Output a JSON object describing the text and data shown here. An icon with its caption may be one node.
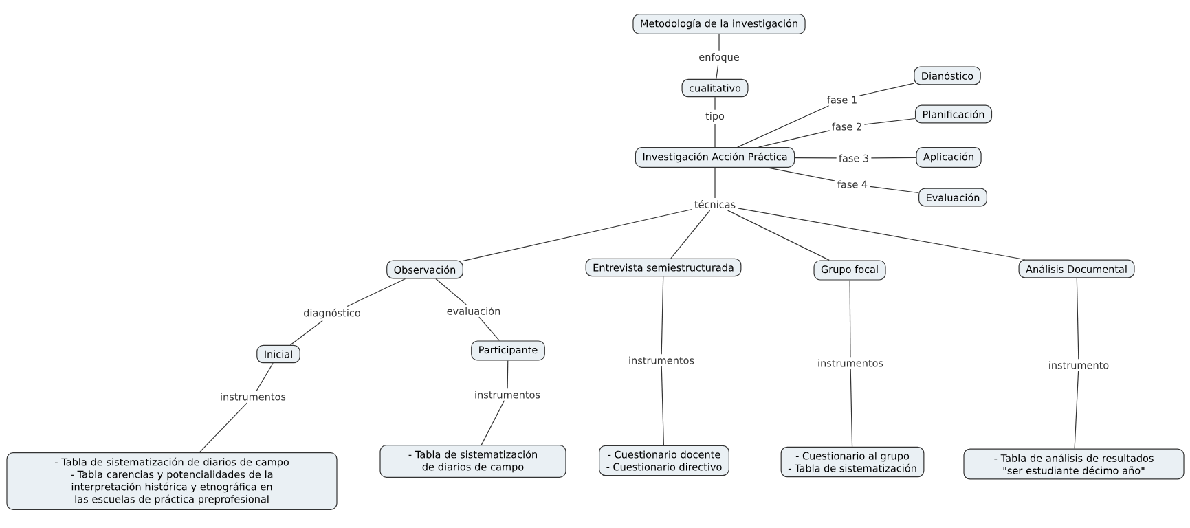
{
  "diagram": {
    "nodes": [
      {
        "text": [
          "Metodología de la investigación"
        ]
      },
      {
        "text": [
          "enfoque"
        ]
      },
      {
        "text": [
          "cualitativo"
        ]
      },
      {
        "text": [
          "tipo"
        ]
      },
      {
        "text": [
          "Investigación Acción Práctica"
        ]
      },
      {
        "text": [
          "fase 1"
        ]
      },
      {
        "text": [
          "Dianóstico"
        ]
      },
      {
        "text": [
          "fase 2"
        ]
      },
      {
        "text": [
          "Planificación"
        ]
      },
      {
        "text": [
          "fase 3"
        ]
      },
      {
        "text": [
          "Aplicación"
        ]
      },
      {
        "text": [
          "fase 4"
        ]
      },
      {
        "text": [
          "Evaluación"
        ]
      },
      {
        "text": [
          "técnicas"
        ]
      },
      {
        "text": [
          "Observación"
        ]
      },
      {
        "text": [
          "Entrevista semiestructurada"
        ]
      },
      {
        "text": [
          "Grupo focal"
        ]
      },
      {
        "text": [
          "Análisis Documental"
        ]
      },
      {
        "text": [
          "diagnóstico"
        ]
      },
      {
        "text": [
          "evaluación"
        ]
      },
      {
        "text": [
          "Inicial"
        ]
      },
      {
        "text": [
          "Participante"
        ]
      },
      {
        "text": [
          "instrumentos"
        ]
      },
      {
        "text": [
          "instrumentos"
        ]
      },
      {
        "text": [
          "- Tabla de sistematización de diarios de campo",
          "- Tabla carencias y potencialidades de la interpretación histórica y etnográfica en las escuelas de práctica preprofesional"
        ]
      },
      {
        "text": [
          "- Tabla de sistematización de diarios de campo"
        ]
      },
      {
        "text": [
          "instrumentos"
        ]
      },
      {
        "text": [
          "- Cuestionario docente",
          "- Cuestionario directivo"
        ]
      },
      {
        "text": [
          "instrumentos"
        ]
      },
      {
        "text": [
          "- Cuestionario al grupo",
          "- Tabla de sistematización"
        ]
      },
      {
        "text": [
          "instrumento"
        ]
      },
      {
        "text": [
          "- Tabla de análisis de resultados \"ser estudiante décimo año\""
        ]
      }
    ],
    "edges": [
      {
        "from": 0,
        "to": 1,
        "arrow": "none"
      },
      {
        "from": 1,
        "to": 2,
        "arrow": "none"
      },
      {
        "from": 2,
        "to": 3,
        "arrow": "none"
      },
      {
        "from": 3,
        "to": 4,
        "arrow": "none"
      },
      {
        "from": 4,
        "to": 5,
        "arrow": "none"
      },
      {
        "from": 5,
        "to": 6,
        "arrow": "none"
      },
      {
        "from": 4,
        "to": 7,
        "arrow": "none"
      },
      {
        "from": 7,
        "to": 8,
        "arrow": "none"
      },
      {
        "from": 4,
        "to": 9,
        "arrow": "none"
      },
      {
        "from": 9,
        "to": 10,
        "arrow": "none"
      },
      {
        "from": 4,
        "to": 11,
        "arrow": "none"
      },
      {
        "from": 11,
        "to": 12,
        "arrow": "none"
      },
      {
        "from": 4,
        "to": 13,
        "arrow": "none"
      },
      {
        "from": 13,
        "to": 14,
        "arrow": "none"
      },
      {
        "from": 13,
        "to": 15,
        "arrow": "none"
      },
      {
        "from": 13,
        "to": 16,
        "arrow": "none"
      },
      {
        "from": 13,
        "to": 17,
        "arrow": "none"
      },
      {
        "from": 14,
        "to": 18,
        "arrow": "none"
      },
      {
        "from": 18,
        "to": 20,
        "arrow": "none"
      },
      {
        "from": 14,
        "to": 19,
        "arrow": "none"
      },
      {
        "from": 19,
        "to": 21,
        "arrow": "none"
      },
      {
        "from": 20,
        "to": 22,
        "arrow": "none"
      },
      {
        "from": 22,
        "to": 24,
        "arrow": "none"
      },
      {
        "from": 21,
        "to": 23,
        "arrow": "none"
      },
      {
        "from": 23,
        "to": 25,
        "arrow": "none"
      },
      {
        "from": 15,
        "to": 26,
        "arrow": "none"
      },
      {
        "from": 26,
        "to": 27,
        "arrow": "none"
      },
      {
        "from": 16,
        "to": 28,
        "arrow": "none"
      },
      {
        "from": 28,
        "to": 29,
        "arrow": "none"
      },
      {
        "from": 17,
        "to": 30,
        "arrow": "none"
      },
      {
        "from": 30,
        "to": 31,
        "arrow": "none"
      }
    ]
  }
}
